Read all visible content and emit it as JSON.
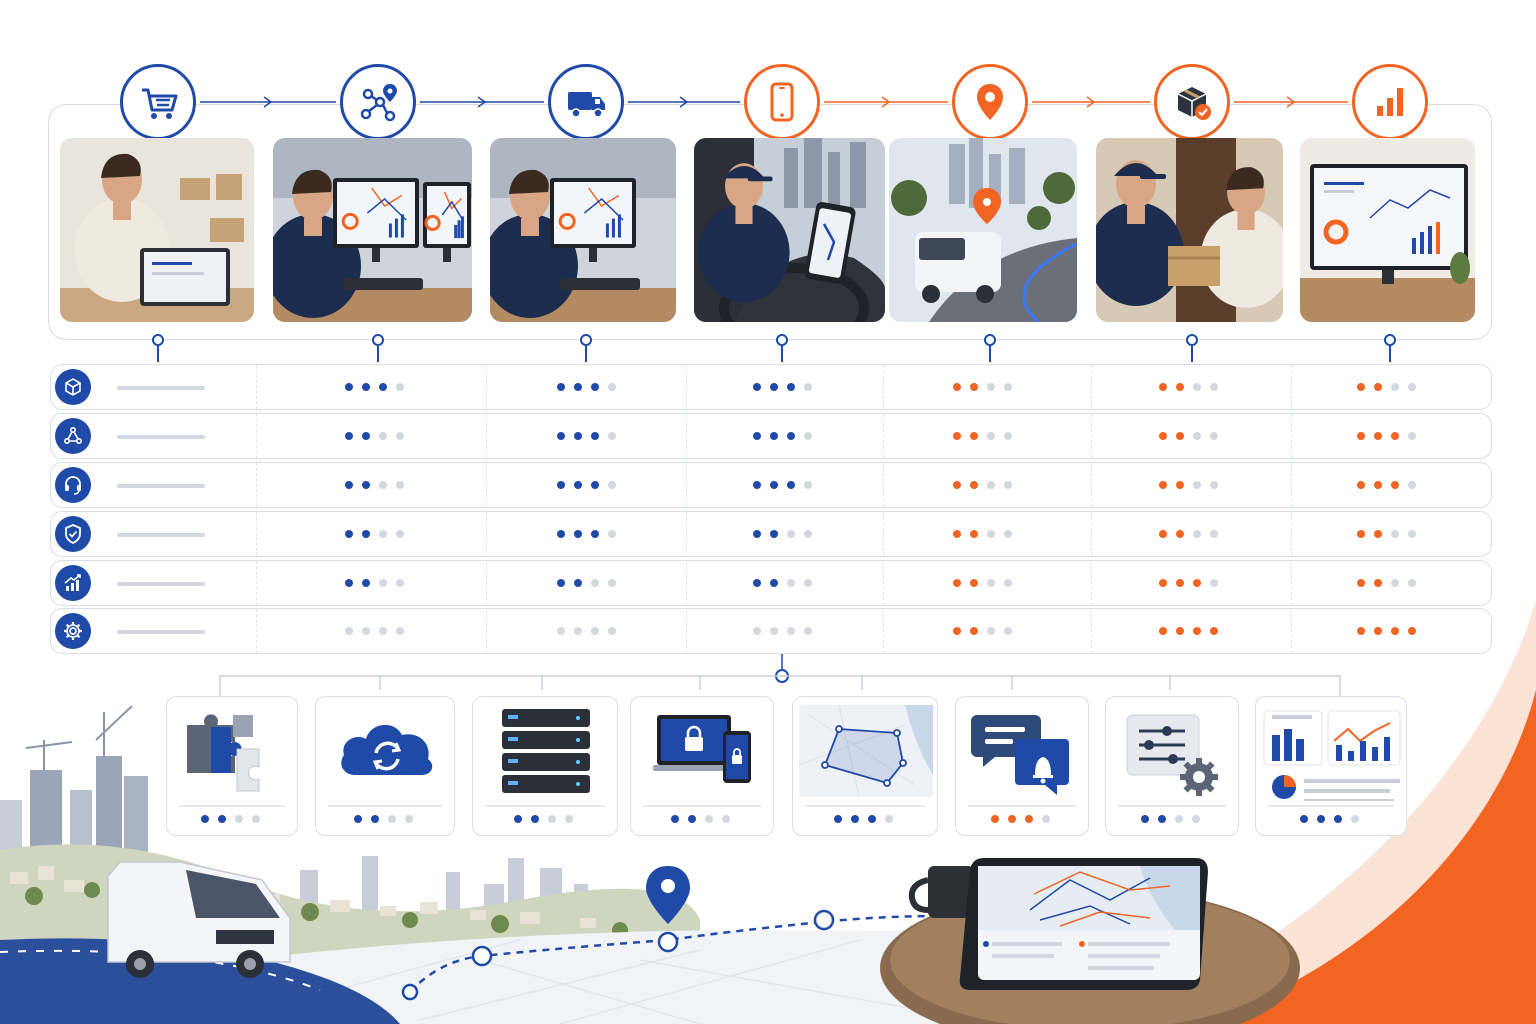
{
  "colors": {
    "blue": "#1f4aa8",
    "orange": "#f26422",
    "inactive": "#d3d7df",
    "frame": "#d6dbe6"
  },
  "stages": [
    {
      "icon": "shopping-cart-icon",
      "photo": "customer-ordering-laptop",
      "tone": "blue"
    },
    {
      "icon": "route-network-icon",
      "photo": "dispatcher-route-planning",
      "tone": "blue"
    },
    {
      "icon": "delivery-truck-icon",
      "photo": "dispatcher-monitoring",
      "tone": "blue"
    },
    {
      "icon": "smartphone-icon",
      "photo": "driver-phone-navigation",
      "tone": "orange"
    },
    {
      "icon": "location-pin-icon",
      "photo": "van-on-route",
      "tone": "orange"
    },
    {
      "icon": "package-delivered-icon",
      "photo": "package-handover",
      "tone": "orange"
    },
    {
      "icon": "bar-chart-icon",
      "photo": "analytics-dashboard",
      "tone": "orange"
    }
  ],
  "matrix": {
    "rows": [
      {
        "icon": "package-icon",
        "levels": [
          3,
          3,
          3,
          2,
          2,
          2
        ]
      },
      {
        "icon": "network-icon",
        "levels": [
          2,
          3,
          3,
          2,
          2,
          3
        ]
      },
      {
        "icon": "headset-icon",
        "levels": [
          2,
          3,
          3,
          2,
          2,
          3
        ]
      },
      {
        "icon": "shield-check-icon",
        "levels": [
          2,
          3,
          2,
          2,
          2,
          2
        ]
      },
      {
        "icon": "growth-chart-icon",
        "levels": [
          2,
          2,
          2,
          2,
          3,
          2
        ]
      },
      {
        "icon": "gear-icon",
        "levels": [
          0,
          0,
          0,
          2,
          4,
          4
        ]
      }
    ],
    "columns_tone": [
      "blue",
      "blue",
      "blue",
      "orange",
      "orange",
      "orange"
    ],
    "max_level": 4
  },
  "technologies": [
    {
      "icon": "puzzle-integration-icon",
      "level": 2,
      "tone": "blue"
    },
    {
      "icon": "cloud-sync-icon",
      "level": 2,
      "tone": "blue"
    },
    {
      "icon": "server-rack-icon",
      "level": 2,
      "tone": "blue"
    },
    {
      "icon": "secure-devices-icon",
      "level": 2,
      "tone": "blue"
    },
    {
      "icon": "geofence-map-icon",
      "level": 3,
      "tone": "blue"
    },
    {
      "icon": "chat-notification-icon",
      "level": 3,
      "tone": "orange"
    },
    {
      "icon": "settings-sliders-icon",
      "level": 2,
      "tone": "blue"
    },
    {
      "icon": "reports-dashboard-icon",
      "level": 3,
      "tone": "blue"
    }
  ]
}
